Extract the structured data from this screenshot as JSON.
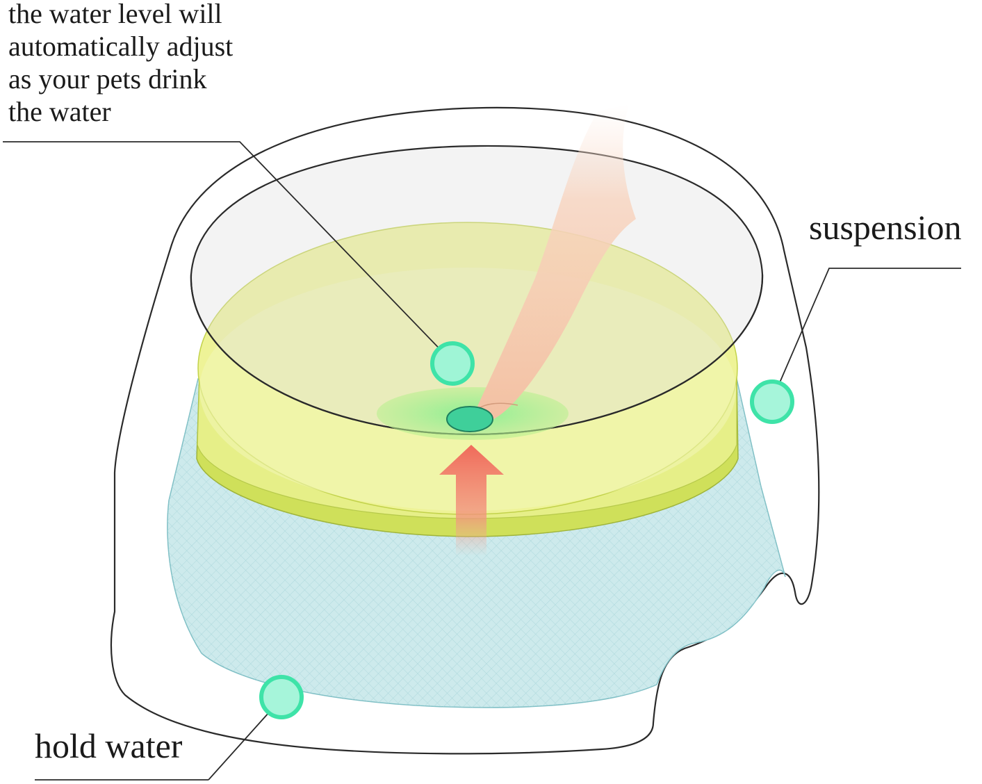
{
  "labels": {
    "water_level": {
      "lines": [
        "the water level will",
        "automatically adjust",
        "as your pets drink",
        "the water"
      ]
    },
    "suspension": "suspension",
    "hold_water": "hold water"
  },
  "colors": {
    "outline": "#2a2a2a",
    "water_blue": "#bfe3e6",
    "float_yellow": "#eef39a",
    "float_rim": "#c9dc4a",
    "marker_green": "#4ee8b4",
    "arrow": "#f07a6a",
    "finger": "#f6c9ad"
  }
}
